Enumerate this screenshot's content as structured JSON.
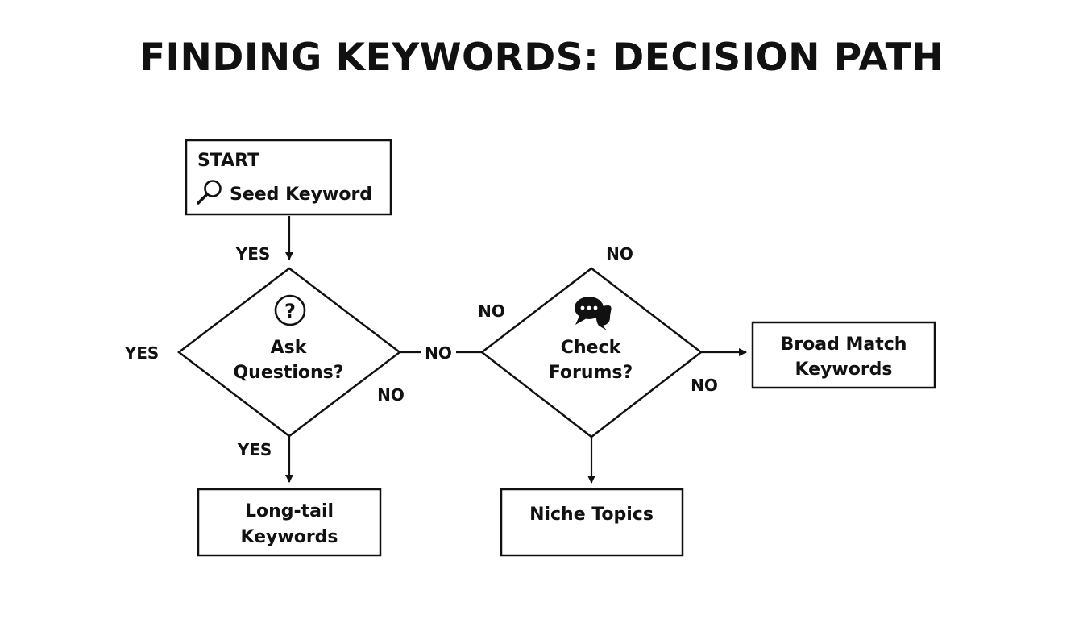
{
  "title": "FINDING KEYWORDS: DECISION PATH",
  "nodes": {
    "start": {
      "line1": "START",
      "line2": "Seed Keyword",
      "icon": "search-icon"
    },
    "ask": {
      "line1": "Ask",
      "line2": "Questions?",
      "icon": "question-circle-icon"
    },
    "forums": {
      "line1": "Check",
      "line2": "Forums?",
      "icon": "chat-bubbles-icon"
    },
    "broad": {
      "line1": "Broad Match",
      "line2": "Keywords"
    },
    "longtail": {
      "line1": "Long-tail",
      "line2": "Keywords"
    },
    "niche": {
      "line1": "Niche Topics"
    }
  },
  "edge_labels": {
    "start_to_ask": "YES",
    "ask_left": "YES",
    "ask_right_no": "NO",
    "ask_lower_no": "NO",
    "ask_down_yes": "YES",
    "forums_left_no": "NO",
    "forums_top_no": "NO",
    "forums_right_no": "NO"
  }
}
